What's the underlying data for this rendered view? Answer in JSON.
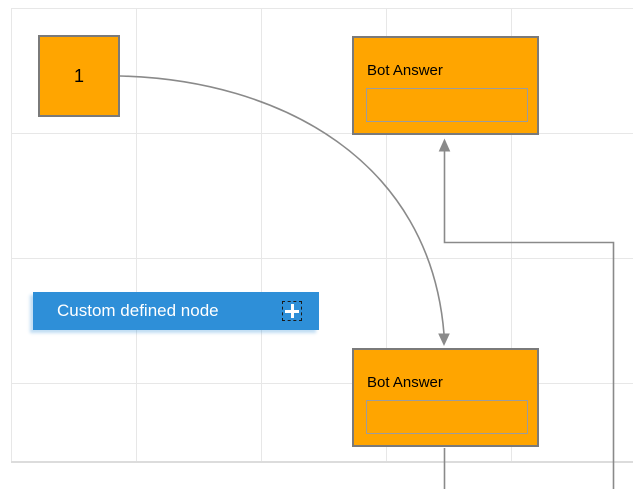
{
  "diagram": {
    "nodes": {
      "start_node": {
        "label": "1",
        "fill": "#FFA500"
      },
      "bot_answer_top": {
        "title": "Bot Answer",
        "fill": "#FFA500",
        "field_value": ""
      },
      "bot_answer_bottom": {
        "title": "Bot Answer",
        "fill": "#FFA500",
        "field_value": ""
      },
      "custom_node": {
        "label": "Custom defined node",
        "icon": "plus-icon",
        "fill": "#2E8FD8"
      }
    },
    "connectors": [
      {
        "from": "start_node",
        "to": "bot_answer_bottom",
        "style": "curved",
        "arrow": "down"
      },
      {
        "from": "bot_answer_bottom",
        "to": "bot_answer_top",
        "style": "orthogonal",
        "arrow": "up"
      }
    ]
  },
  "colors": {
    "canvas_bg": "#ffffff",
    "grid_line": "#e7e7e7",
    "grid_edge": "#dcdcdc",
    "node_fill": "#FFA500",
    "node_border": "#7a7a7a",
    "field_border": "#9c9c9c",
    "annotation_text": "#000000",
    "accent_blue": "#2E8FD8",
    "accent_text": "#ffffff",
    "connector": "#8a8a8a",
    "handle_border": "#1a1a1a"
  }
}
